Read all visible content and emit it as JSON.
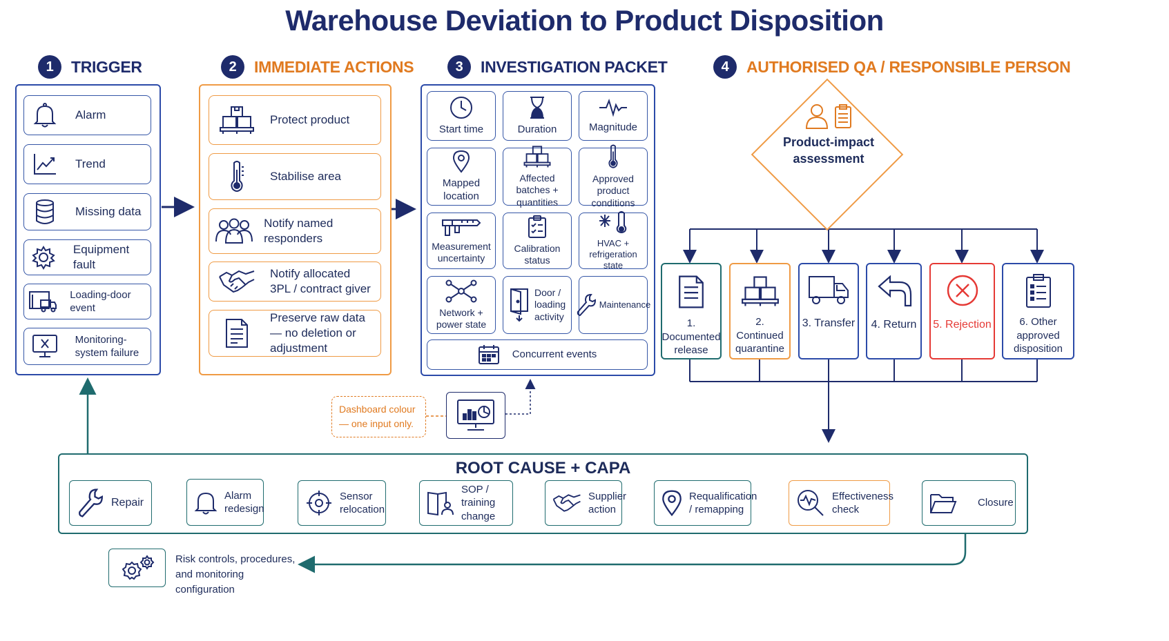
{
  "title": "Warehouse Deviation to Product Disposition",
  "sections": [
    {
      "num": "1",
      "label": "TRIGGER"
    },
    {
      "num": "2",
      "label": "IMMEDIATE ACTIONS"
    },
    {
      "num": "3",
      "label": "INVESTIGATION PACKET"
    },
    {
      "num": "4",
      "label": "AUTHORISED QA / RESPONSIBLE PERSON"
    }
  ],
  "trigger_items": [
    {
      "label": "Alarm",
      "icon": "bell-icon"
    },
    {
      "label": "Trend",
      "icon": "trend-chart-icon"
    },
    {
      "label": "Missing data",
      "icon": "database-icon"
    },
    {
      "label": "Equipment fault",
      "icon": "gear-icon"
    },
    {
      "label": "Loading-door event",
      "icon": "truck-dock-icon"
    },
    {
      "label": "Monitoring-system failure",
      "icon": "monitor-error-icon"
    }
  ],
  "immediate_items": [
    {
      "label": "Protect product",
      "icon": "pallet-icon"
    },
    {
      "label": "Stabilise area",
      "icon": "thermometer-icon"
    },
    {
      "label": "Notify named responders",
      "icon": "people-icon"
    },
    {
      "label": "Notify allocated 3PL / contract giver",
      "icon": "handshake-icon"
    },
    {
      "label": "Preserve raw data — no deletion or adjustment",
      "icon": "document-icon"
    }
  ],
  "investigation_items": [
    {
      "label": "Start time",
      "icon": "clock-icon"
    },
    {
      "label": "Duration",
      "icon": "hourglass-icon"
    },
    {
      "label": "Magnitude",
      "icon": "pulse-icon"
    },
    {
      "label": "Mapped location",
      "icon": "location-pin-icon"
    },
    {
      "label": "Affected batches + quantities",
      "icon": "pallet-icon"
    },
    {
      "label": "Approved product conditions",
      "icon": "thermometer-icon"
    },
    {
      "label": "Measurement uncertainty",
      "icon": "caliper-icon"
    },
    {
      "label": "Calibration status",
      "icon": "clipboard-check-icon"
    },
    {
      "label": "HVAC + refrigeration state",
      "icon": "snowflake-thermometer-icon"
    },
    {
      "label": "Network + power state",
      "icon": "network-icon"
    },
    {
      "label": "Door / loading activity",
      "icon": "door-icon"
    },
    {
      "label": "Maintenance",
      "icon": "wrench-icon"
    }
  ],
  "concurrent_events": {
    "label": "Concurrent events",
    "icon": "calendar-icon"
  },
  "dashboard_note": "Dashboard colour — one input only.",
  "assessment": "Product-impact assessment",
  "outcomes": [
    {
      "label": "1. Documented release",
      "icon": "document-icon",
      "color": "#1f6b6e"
    },
    {
      "label": "2. Continued quarantine",
      "icon": "pallet-icon",
      "color": "#e07a20"
    },
    {
      "label": "3. Transfer",
      "icon": "truck-icon",
      "color": "#2b4aa8"
    },
    {
      "label": "4. Return",
      "icon": "return-arrow-icon",
      "color": "#2b4aa8"
    },
    {
      "label": "5. Rejection",
      "icon": "x-circle-icon",
      "color": "#e53935"
    },
    {
      "label": "6. Other approved disposition",
      "icon": "checklist-icon",
      "color": "#2b4aa8"
    }
  ],
  "root_cause": {
    "title": "ROOT CAUSE + CAPA",
    "steps": [
      {
        "label": "Repair",
        "icon": "wrench-icon"
      },
      {
        "label": "Alarm redesign",
        "icon": "bell-icon"
      },
      {
        "label": "Sensor relocation",
        "icon": "target-icon"
      },
      {
        "label": "SOP / training change",
        "icon": "book-person-icon"
      },
      {
        "label": "Supplier action",
        "icon": "handshake-icon"
      },
      {
        "label": "Requalification / remapping",
        "icon": "location-pin-icon"
      },
      {
        "label": "Effectiveness check",
        "icon": "magnifier-pulse-icon"
      },
      {
        "label": "Closure",
        "icon": "folder-icon"
      }
    ]
  },
  "feedback_note": "Risk controls, procedures, and monitoring configuration",
  "colors": {
    "navy": "#1e2b6b",
    "blue": "#2b4aa8",
    "orange": "#e07a20",
    "teal": "#1f6b6e",
    "red": "#e53935"
  }
}
